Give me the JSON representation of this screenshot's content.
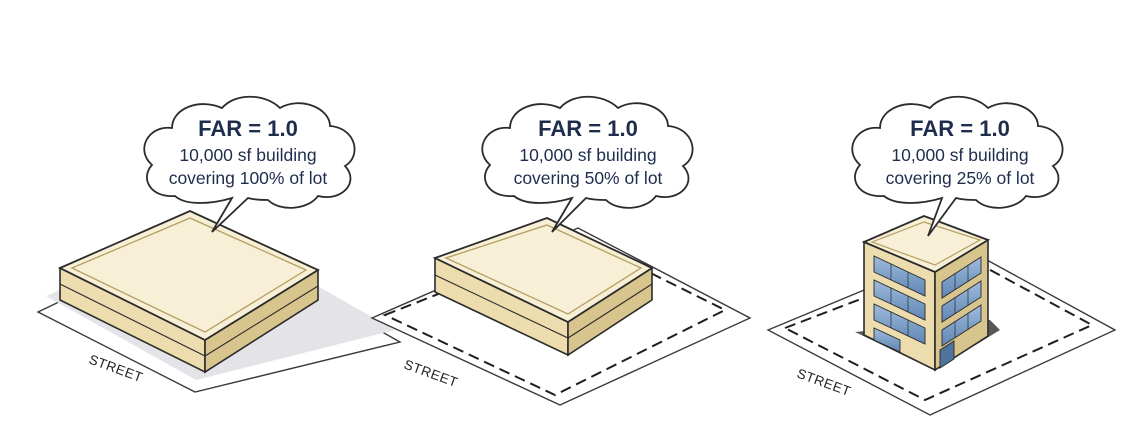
{
  "panels": [
    {
      "far_label": "FAR = 1.0",
      "line1": "10,000 sf building",
      "line2": "covering 100% of lot",
      "street": "STREET",
      "coverage_percent": 100
    },
    {
      "far_label": "FAR = 1.0",
      "line1": "10,000 sf building",
      "line2": "covering 50% of lot",
      "street": "STREET",
      "coverage_percent": 50
    },
    {
      "far_label": "FAR = 1.0",
      "line1": "10,000 sf building",
      "line2": "covering 25% of lot",
      "street": "STREET",
      "coverage_percent": 25
    }
  ],
  "colors": {
    "roof": "#f7f0d6",
    "wall_light": "#ecdcae",
    "wall_dark": "#d8c48d",
    "outline": "#2b2b2b",
    "window": "#7da0c8",
    "text": "#1f2d4d"
  }
}
